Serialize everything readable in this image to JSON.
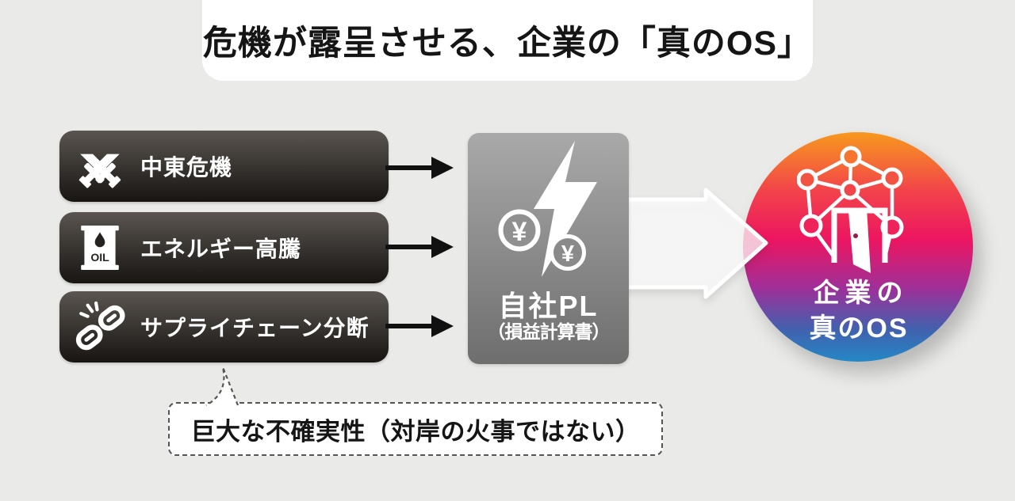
{
  "title": "危機が露呈させる、企業の「真のOS」",
  "causes": [
    {
      "label": "中東危機",
      "icon": "crossed-swords-icon"
    },
    {
      "label": "エネルギー高騰",
      "icon": "oil-barrel-icon",
      "oil_label": "OIL"
    },
    {
      "label": "サプライチェーン分断",
      "icon": "broken-chain-icon"
    }
  ],
  "impact": {
    "title": "自社PL",
    "subtitle": "（損益計算書）",
    "yen_symbol": "¥",
    "icons": [
      "lightning-icon",
      "yen-coin-icon",
      "yen-coin-icon"
    ]
  },
  "result": {
    "line1": "企業の",
    "line2": "真のOS",
    "icon": "network-door-icon"
  },
  "note": {
    "text": "巨大な不確実性（対岸の火事ではない）"
  },
  "colors": {
    "background": "#EAEAE8",
    "panel_white": "#FFFFFF",
    "cause_box_top": "#5A5550",
    "cause_box_bottom": "#171412",
    "pl_box_top": "#A9A9A9",
    "pl_box_bottom": "#6E6E6E",
    "arrow_black": "#111111",
    "text_dark": "#151515",
    "text_light": "#FFFFFF",
    "note_border": "#555555",
    "circle_gradient": [
      "#F7991D",
      "#F2424B",
      "#EC1561",
      "#9E3099",
      "#4161AE",
      "#2488C5"
    ]
  }
}
